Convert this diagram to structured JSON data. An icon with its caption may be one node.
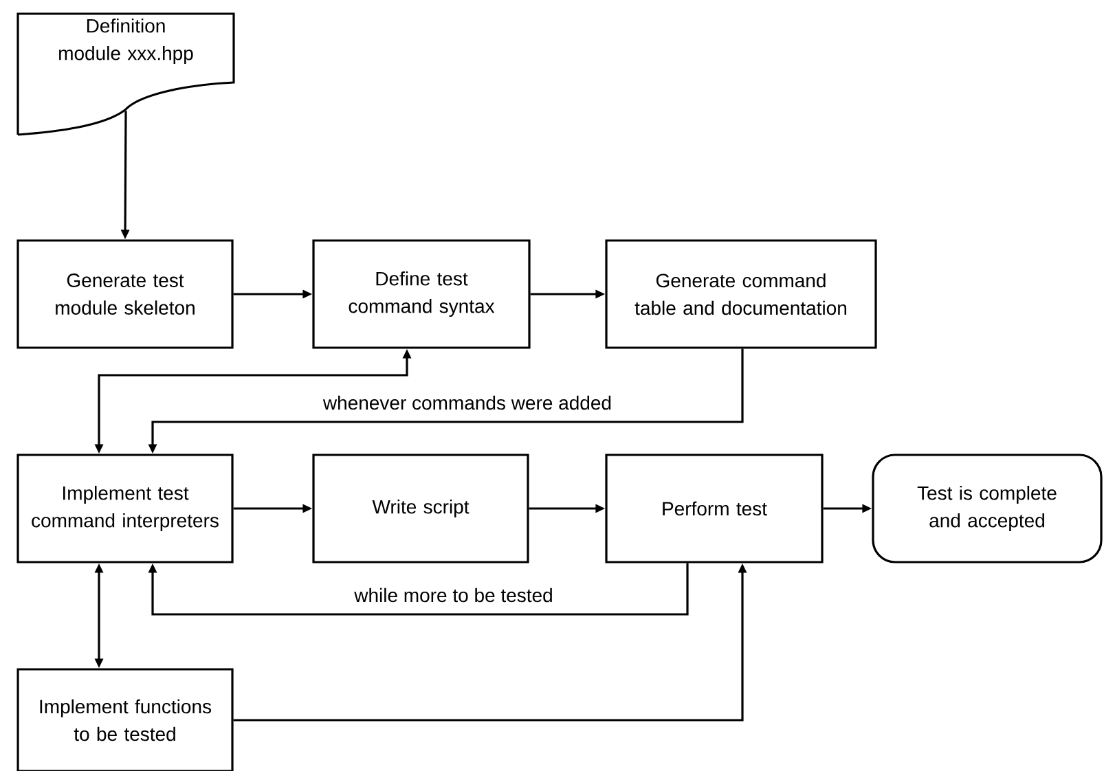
{
  "diagram": {
    "nodes": [
      {
        "text": [
          "Definition module xxx.hpp"
        ]
      },
      {
        "text": [
          "Generate test module skeleton"
        ]
      },
      {
        "text": [
          "Define test command syntax"
        ]
      },
      {
        "text": [
          "Generate command table and documentation"
        ]
      },
      {
        "text": [
          "Implement test command interpreters"
        ]
      },
      {
        "text": [
          "Write script"
        ]
      },
      {
        "text": [
          "Perform test"
        ]
      },
      {
        "text": [
          "Test is complete and accepted"
        ]
      },
      {
        "text": [
          "Implement functions to be tested"
        ]
      }
    ],
    "edges": [
      {
        "from": 0,
        "to": 1,
        "arrow": "to"
      },
      {
        "from": 1,
        "to": 2,
        "arrow": "to"
      },
      {
        "from": 2,
        "to": 3,
        "arrow": "to"
      },
      {
        "from": 4,
        "to": 2,
        "arrow": "both"
      },
      {
        "from": 3,
        "to": 4,
        "arrow": "to",
        "label": "whenever commands were added"
      },
      {
        "from": 4,
        "to": 5,
        "arrow": "to"
      },
      {
        "from": 5,
        "to": 6,
        "arrow": "to"
      },
      {
        "from": 6,
        "to": 7,
        "arrow": "to"
      },
      {
        "from": 6,
        "to": 4,
        "arrow": "to",
        "label": "while more to be tested"
      },
      {
        "from": 4,
        "to": 8,
        "arrow": "both"
      },
      {
        "from": 8,
        "to": 6,
        "arrow": "to"
      }
    ]
  }
}
